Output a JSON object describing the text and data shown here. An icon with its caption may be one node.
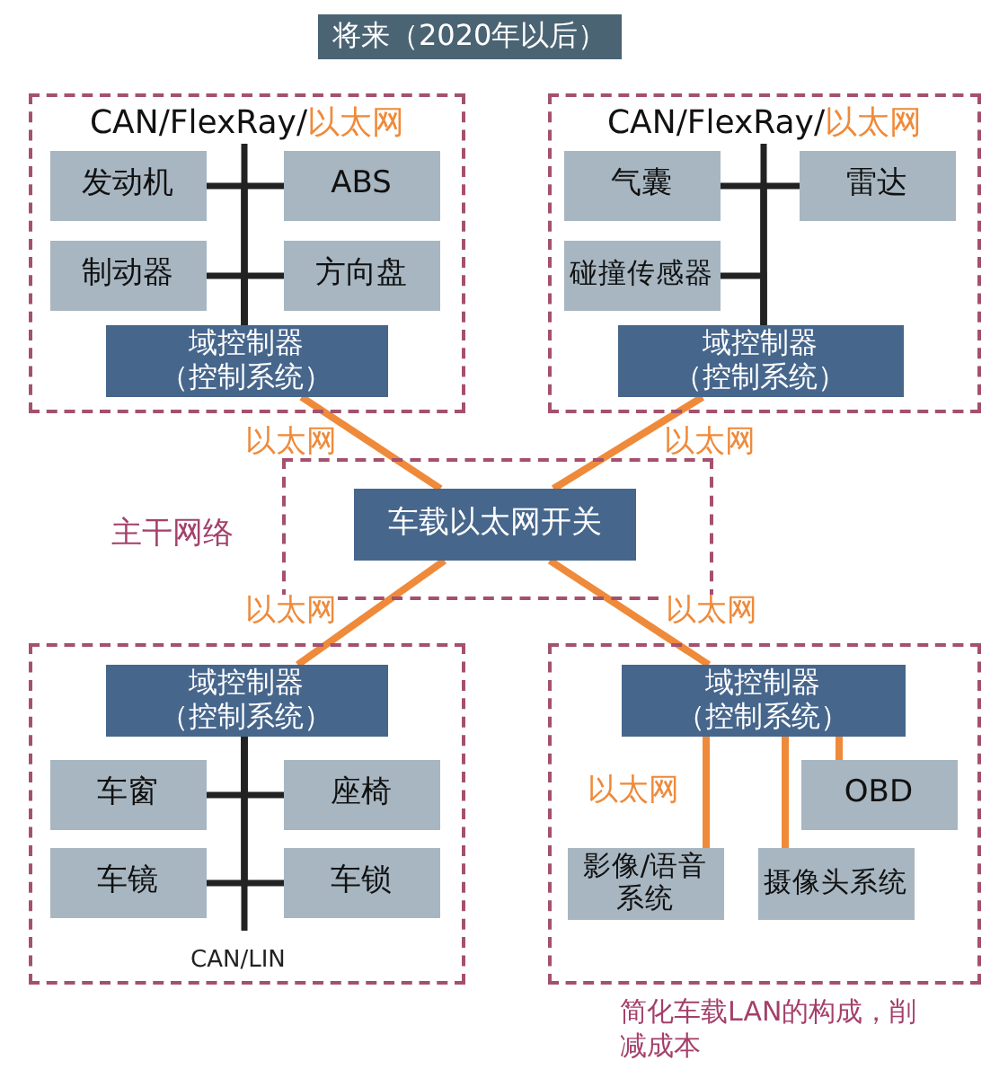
{
  "diagram": {
    "title": "将来（2020年以后）",
    "nodes": [
      {
        "text": [
          "CAN/FlexRay/",
          "以太网"
        ]
      },
      {
        "text": [
          "发动机"
        ],
        "in": 0
      },
      {
        "text": [
          "ABS"
        ],
        "in": 0
      },
      {
        "text": [
          "制动器"
        ],
        "in": 0
      },
      {
        "text": [
          "方向盘"
        ],
        "in": 0
      },
      {
        "text": [
          "域控制器",
          "（控制系统）"
        ],
        "in": 0
      },
      {
        "text": [
          "CAN/FlexRay/",
          "以太网"
        ]
      },
      {
        "text": [
          "气囊"
        ],
        "in": 6
      },
      {
        "text": [
          "雷达"
        ],
        "in": 6
      },
      {
        "text": [
          "碰撞传感器"
        ],
        "in": 6
      },
      {
        "text": [
          "域控制器",
          "（控制系统）"
        ],
        "in": 6
      },
      {
        "text": [
          "主干网络"
        ]
      },
      {
        "text": [
          "车载以太网开关"
        ],
        "in": 11
      },
      {
        "text": [],
        "shape": "box"
      },
      {
        "text": [
          "域控制器",
          "（控制系统）"
        ],
        "in": 13
      },
      {
        "text": [
          "车窗"
        ],
        "in": 13
      },
      {
        "text": [
          "座椅"
        ],
        "in": 13
      },
      {
        "text": [
          "车镜"
        ],
        "in": 13
      },
      {
        "text": [
          "车锁"
        ],
        "in": 13
      },
      {
        "text": [],
        "shape": "box",
        "beside": [
          "简化车载LAN的构成，削减成本"
        ]
      },
      {
        "text": [
          "域控制器",
          "（控制系统）"
        ],
        "in": 19
      },
      {
        "text": [
          "影像/语音系统"
        ],
        "in": 19
      },
      {
        "text": [
          "摄像头系统"
        ],
        "in": 19
      },
      {
        "text": [
          "OBD"
        ],
        "in": 19
      }
    ],
    "edges": [
      {
        "from": 1,
        "to": 5,
        "arrow": "none"
      },
      {
        "from": 2,
        "to": 5,
        "arrow": "none"
      },
      {
        "from": 3,
        "to": 5,
        "arrow": "none"
      },
      {
        "from": 4,
        "to": 5,
        "arrow": "none"
      },
      {
        "from": 7,
        "to": 10,
        "arrow": "none"
      },
      {
        "from": 8,
        "to": 10,
        "arrow": "none"
      },
      {
        "from": 9,
        "to": 10,
        "arrow": "none"
      },
      {
        "from": 5,
        "to": 12,
        "arrow": "none",
        "label": "以太网",
        "color": "#ef8a3a"
      },
      {
        "from": 10,
        "to": 12,
        "arrow": "none",
        "label": "以太网",
        "color": "#ef8a3a"
      },
      {
        "from": 12,
        "to": 14,
        "arrow": "none",
        "label": "以太网",
        "color": "#ef8a3a"
      },
      {
        "from": 12,
        "to": 20,
        "arrow": "none",
        "label": "以太网",
        "color": "#ef8a3a"
      },
      {
        "from": 15,
        "to": 14,
        "arrow": "none"
      },
      {
        "from": 16,
        "to": 14,
        "arrow": "none"
      },
      {
        "from": 17,
        "to": 14,
        "arrow": "none"
      },
      {
        "from": 18,
        "to": 14,
        "arrow": "none"
      },
      {
        "from": 20,
        "to": 21,
        "arrow": "none",
        "label": "以太网",
        "color": "#ef8a3a"
      },
      {
        "from": 20,
        "to": 22,
        "arrow": "none",
        "color": "#ef8a3a"
      },
      {
        "from": 20,
        "to": 23,
        "arrow": "none",
        "color": "#ef8a3a"
      }
    ],
    "labels": [
      "CAN/LIN"
    ]
  }
}
